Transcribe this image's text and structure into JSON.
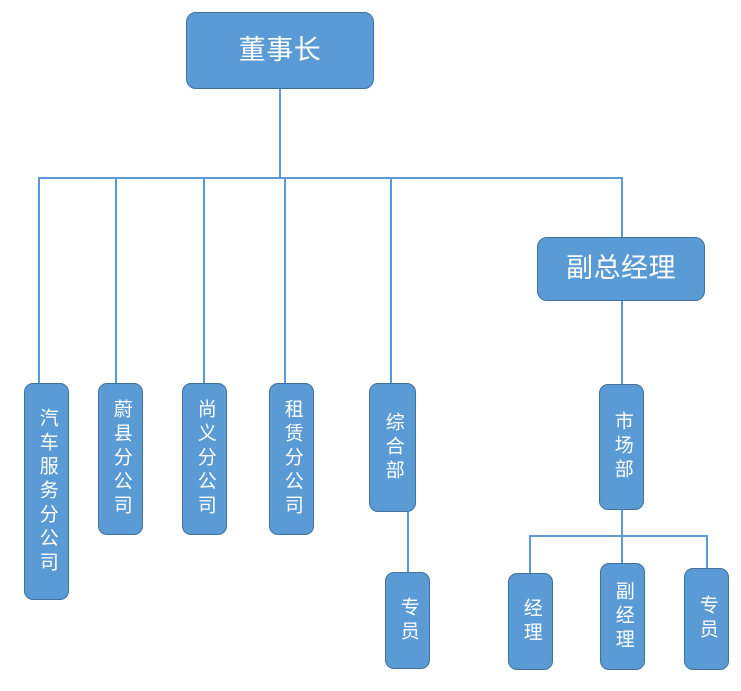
{
  "chart_data": {
    "type": "diagram",
    "diagram_kind": "organizational-chart",
    "title": "",
    "orientation": "top-down",
    "colors": {
      "node_fill": "#5B9BD5",
      "node_border": "#41719C",
      "node_text": "#FFFFFF",
      "connector": "#5B9BD5",
      "background": "#FFFFFF"
    },
    "nodes": [
      {
        "id": "chairman",
        "label": "董事长",
        "text_direction": "horizontal",
        "level": 0,
        "parent": null
      },
      {
        "id": "deputy-gm",
        "label": "副总经理",
        "text_direction": "horizontal",
        "level": 1,
        "parent": "chairman"
      },
      {
        "id": "auto-service",
        "label": "汽车服务分公司",
        "text_direction": "vertical",
        "level": 1,
        "parent": "chairman"
      },
      {
        "id": "yuxian-branch",
        "label": "蔚县分公司",
        "text_direction": "vertical",
        "level": 1,
        "parent": "chairman"
      },
      {
        "id": "shangyi-branch",
        "label": "尚义分公司",
        "text_direction": "vertical",
        "level": 1,
        "parent": "chairman"
      },
      {
        "id": "leasing-branch",
        "label": "租赁分公司",
        "text_direction": "vertical",
        "level": 1,
        "parent": "chairman"
      },
      {
        "id": "general-affairs",
        "label": "综合部",
        "text_direction": "vertical",
        "level": 1,
        "parent": "chairman"
      },
      {
        "id": "ga-specialist",
        "label": "专员",
        "text_direction": "vertical",
        "level": 2,
        "parent": "general-affairs"
      },
      {
        "id": "marketing-dept",
        "label": "市场部",
        "text_direction": "vertical",
        "level": 2,
        "parent": "deputy-gm"
      },
      {
        "id": "mk-manager",
        "label": "经理",
        "text_direction": "vertical",
        "level": 3,
        "parent": "marketing-dept"
      },
      {
        "id": "mk-deputy-manager",
        "label": "副经理",
        "text_direction": "vertical",
        "level": 3,
        "parent": "marketing-dept"
      },
      {
        "id": "mk-specialist",
        "label": "专员",
        "text_direction": "vertical",
        "level": 3,
        "parent": "marketing-dept"
      }
    ],
    "edges": [
      {
        "from": "chairman",
        "to": "auto-service"
      },
      {
        "from": "chairman",
        "to": "yuxian-branch"
      },
      {
        "from": "chairman",
        "to": "shangyi-branch"
      },
      {
        "from": "chairman",
        "to": "leasing-branch"
      },
      {
        "from": "chairman",
        "to": "general-affairs"
      },
      {
        "from": "chairman",
        "to": "deputy-gm"
      },
      {
        "from": "general-affairs",
        "to": "ga-specialist"
      },
      {
        "from": "deputy-gm",
        "to": "marketing-dept"
      },
      {
        "from": "marketing-dept",
        "to": "mk-manager"
      },
      {
        "from": "marketing-dept",
        "to": "mk-deputy-manager"
      },
      {
        "from": "marketing-dept",
        "to": "mk-specialist"
      }
    ]
  },
  "nodes": {
    "chairman": {
      "label": "董事长"
    },
    "deputy_gm": {
      "label": "副总经理"
    },
    "auto_service": {
      "label": "汽车服务分公司"
    },
    "yuxian_branch": {
      "label": "蔚县分公司"
    },
    "shangyi_branch": {
      "label": "尚义分公司"
    },
    "leasing_branch": {
      "label": "租赁分公司"
    },
    "general_affairs": {
      "label": "综合部"
    },
    "ga_specialist": {
      "label": "专员"
    },
    "marketing_dept": {
      "label": "市场部"
    },
    "mk_manager": {
      "label": "经理"
    },
    "mk_deputy_manager": {
      "label": "副经理"
    },
    "mk_specialist": {
      "label": "专员"
    }
  }
}
